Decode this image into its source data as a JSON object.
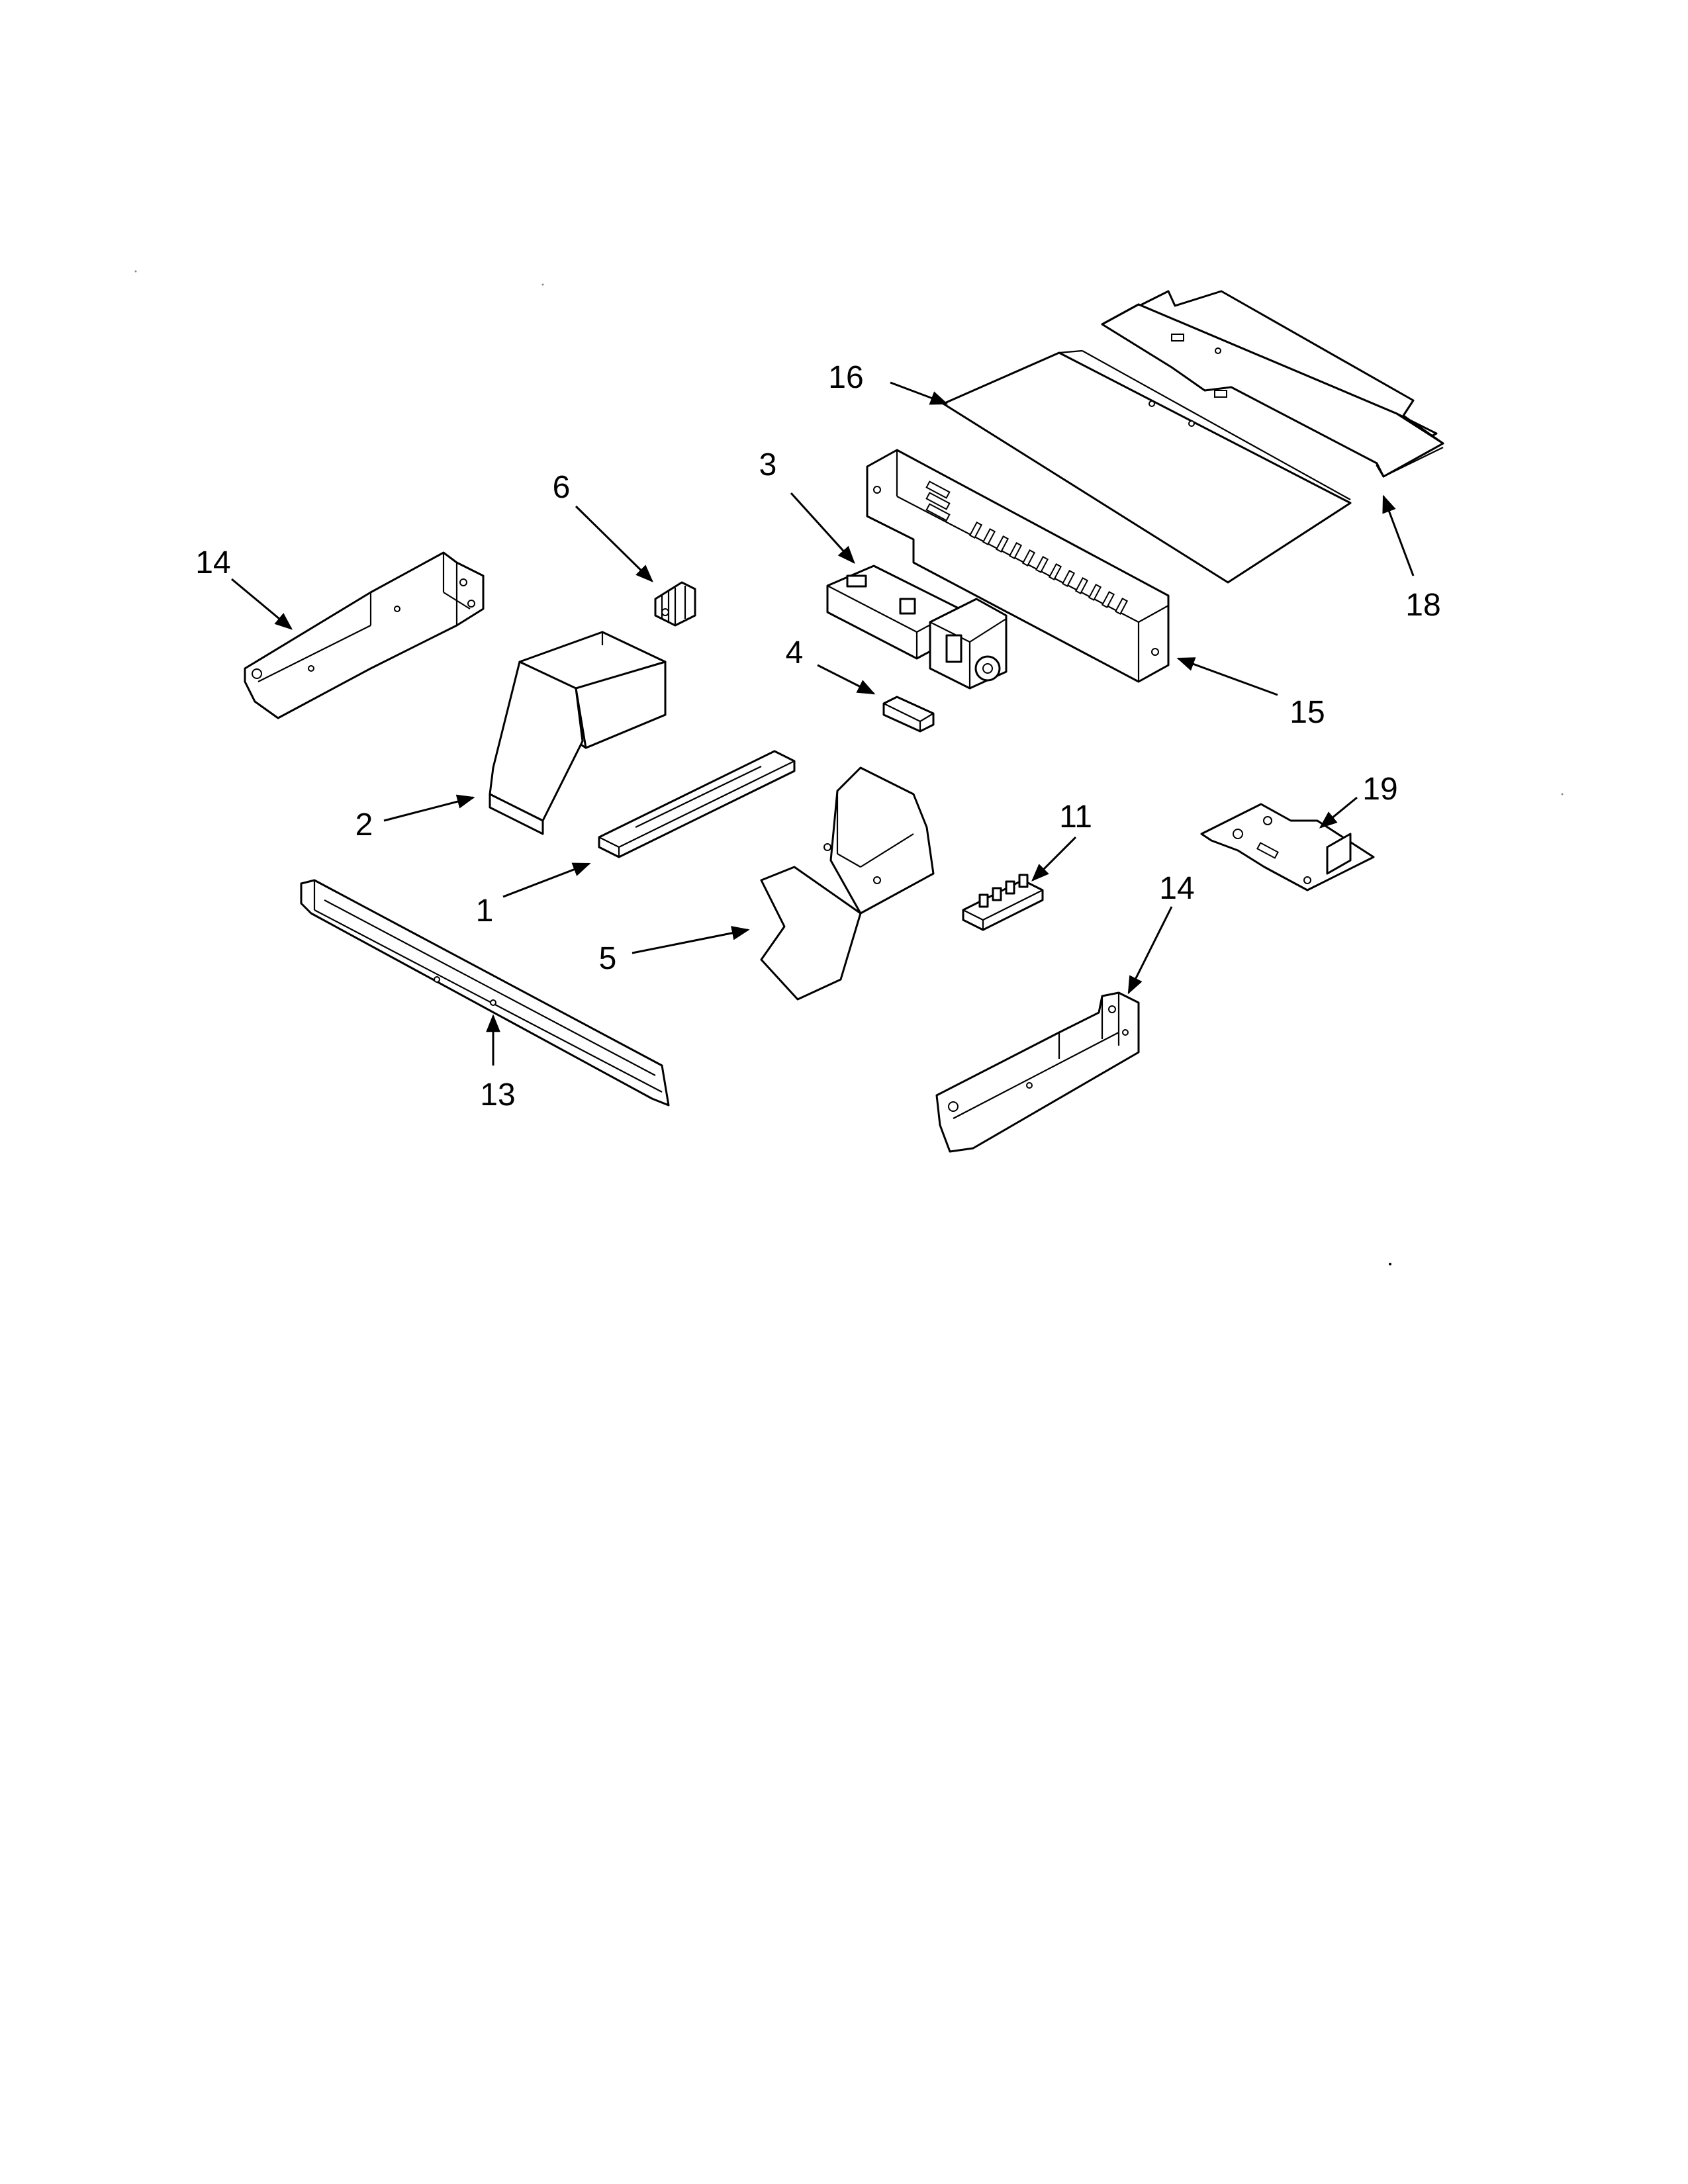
{
  "callouts": [
    {
      "id": "c1",
      "text": "1"
    },
    {
      "id": "c2",
      "text": "2"
    },
    {
      "id": "c3",
      "text": "3"
    },
    {
      "id": "c4",
      "text": "4"
    },
    {
      "id": "c5",
      "text": "5"
    },
    {
      "id": "c6",
      "text": "6"
    },
    {
      "id": "c11",
      "text": "11"
    },
    {
      "id": "c13",
      "text": "13"
    },
    {
      "id": "c14a",
      "text": "14"
    },
    {
      "id": "c14b",
      "text": "14"
    },
    {
      "id": "c15",
      "text": "15"
    },
    {
      "id": "c16",
      "text": "16"
    },
    {
      "id": "c18",
      "text": "18"
    },
    {
      "id": "c19",
      "text": "19"
    }
  ]
}
